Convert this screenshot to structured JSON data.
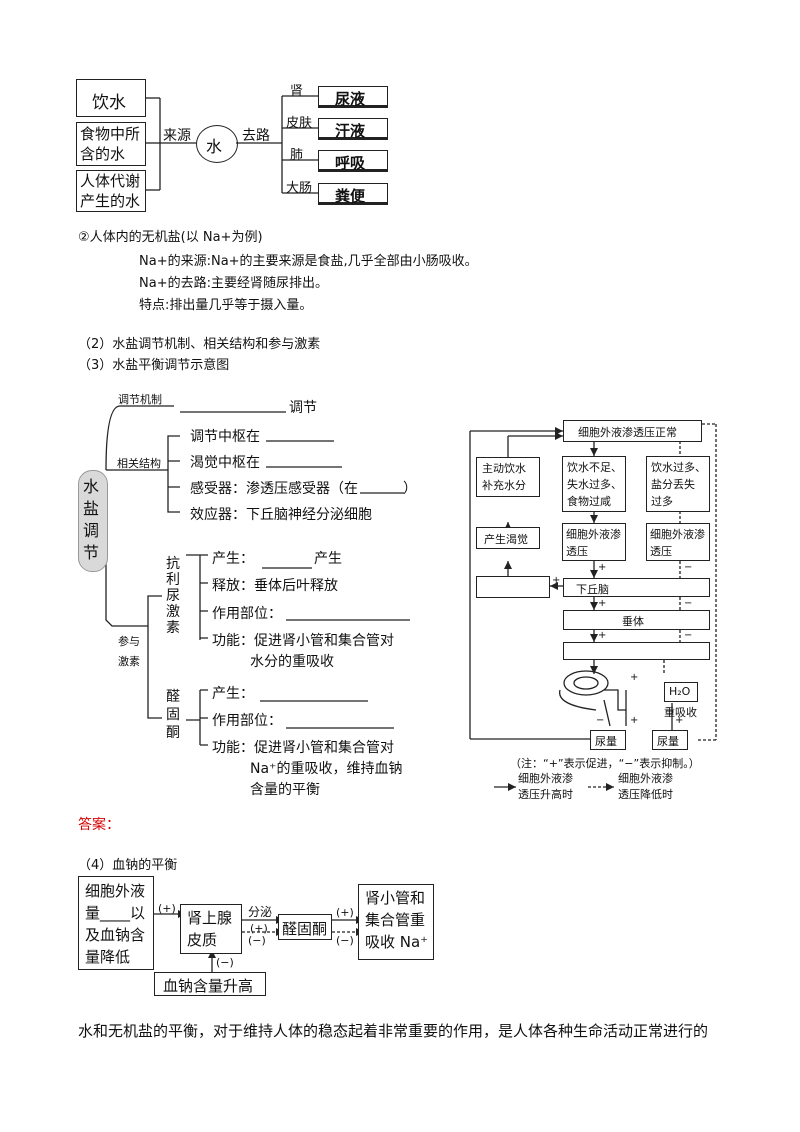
{
  "water_diagram": {
    "sources": [
      "饮水",
      "食物中所\n含的水",
      "人体代谢\n产生的水"
    ],
    "source_label": "来源",
    "center": "水",
    "exit_label": "去路",
    "exits": [
      {
        "organ": "肾",
        "output": "尿液"
      },
      {
        "organ": "皮肤",
        "output": "汗液"
      },
      {
        "organ": "肺",
        "output": "呼吸"
      },
      {
        "organ": "大肠",
        "output": "粪便"
      }
    ]
  },
  "salt_section": {
    "heading": "②人体内的无机盐(以 Na+为例)",
    "lines": [
      "Na+的来源:Na+的主要来源是食盐,几乎全部由小肠吸收。",
      "Na+的去路:主要经肾随尿排出。",
      "特点:排出量几乎等于摄入量。"
    ]
  },
  "sub_headings": [
    "（2）水盐调节机制、相关结构和参与激素",
    "（3）水盐平衡调节示意图"
  ],
  "mindmap": {
    "root": "水\n盐\n调\n节",
    "branch_mechanism": "调节机制",
    "mechanism_suffix": "调节",
    "branch_structure": "相关结构",
    "structure_items": [
      "调节中枢在",
      "渴觉中枢在",
      "感受器：渗透压感受器（在",
      "效应器：下丘脑神经分泌细胞"
    ],
    "structure_close": "）",
    "branch_hormone": "参与\n激素",
    "adh": {
      "name": "抗\n利\n尿\n激\n素",
      "items": [
        "产生：",
        "释放：垂体后叶释放",
        "作用部位：",
        "功能：促进肾小管和集合管对",
        "水分的重吸收"
      ],
      "produce_suffix": "产生"
    },
    "aldosterone": {
      "name": "醛\n固\n酮",
      "items": [
        "产生：",
        "作用部位：",
        "功能：促进肾小管和集合管对",
        "Na⁺的重吸收，维持血钠",
        "含量的平衡"
      ]
    }
  },
  "flow": {
    "top": "细胞外液渗透压正常",
    "drink": "主动饮水\n补充水分",
    "cause_high": "饮水不足、\n失水过多、\n食物过咸",
    "cause_low": "饮水过多、\n盐分丢失\n过多",
    "thirst": "产生渴觉",
    "osm_high": "细胞外液渗\n透压",
    "osm_low": "细胞外液渗\n透压",
    "hypothalamus": "下丘脑",
    "pituitary": "垂体",
    "h2o": "H₂O",
    "reabsorb": "重吸收",
    "urine_low": "尿量",
    "urine_high": "尿量",
    "plus": "+",
    "minus": "−",
    "note": "（注：“+”表示促进，“−”表示抑制。）",
    "legend_solid": "细胞外液渗\n透压升高时",
    "legend_dashed": "细胞外液渗\n透压降低时"
  },
  "answer_label": "答案：",
  "sodium": {
    "heading": "（4）血钠的平衡",
    "box1": "细胞外液\n量____以\n及血钠含\n量降低",
    "box2": "肾上腺\n皮质",
    "secrete": "分泌",
    "box3": "醛固酮",
    "box4": "肾小管和\n集合管重\n吸收 Na⁺",
    "box5": "血钠含量升高",
    "plus": "(+)",
    "minus": "(−)"
  },
  "footer": "水和无机盐的平衡，对于维持人体的稳态起着非常重要的作用，是人体各种生命活动正常进行的"
}
